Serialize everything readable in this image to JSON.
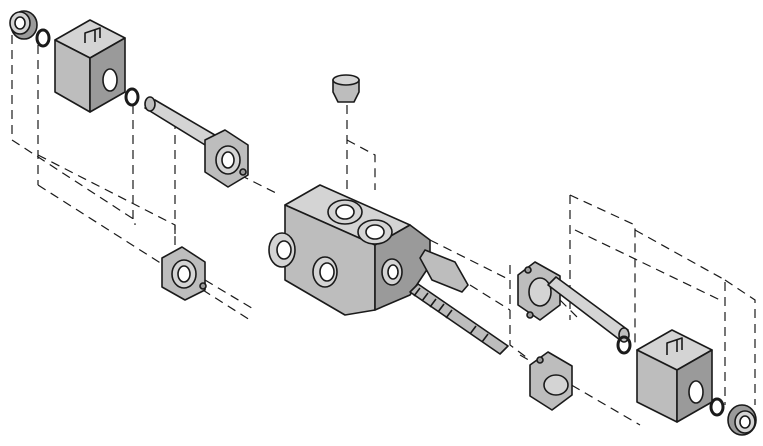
{
  "colors": {
    "background": "#ffffff",
    "outline": "#1a1a1a",
    "light_face": "#d4d4d4",
    "mid_face": "#bdbdbd",
    "dark_face": "#9a9a9a"
  },
  "parts": [
    "end-cap-left",
    "o-ring",
    "solenoid-coil-left",
    "o-ring",
    "armature-tube-left",
    "flange-upper-left",
    "flange-lower-left",
    "valve-body",
    "plug-top",
    "spool",
    "flange-right",
    "armature-tube-right",
    "o-ring",
    "flange-lower-right",
    "solenoid-coil-right",
    "o-ring",
    "end-cap-right"
  ]
}
